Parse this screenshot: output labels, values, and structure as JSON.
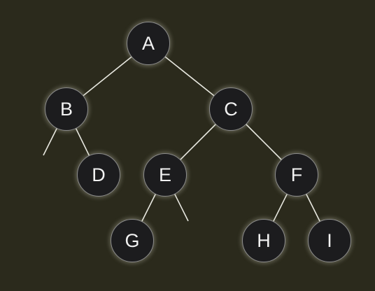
{
  "colors": {
    "background": "#2b2a1c",
    "node_fill": "#1c1c1e",
    "node_border": "#8c8c8c",
    "edge": "#e8e8e0",
    "label": "#f2f2f2"
  },
  "nodes": [
    {
      "id": "A",
      "label": "A"
    },
    {
      "id": "B",
      "label": "B"
    },
    {
      "id": "C",
      "label": "C"
    },
    {
      "id": "D",
      "label": "D"
    },
    {
      "id": "E",
      "label": "E"
    },
    {
      "id": "F",
      "label": "F"
    },
    {
      "id": "G",
      "label": "G"
    },
    {
      "id": "H",
      "label": "H"
    },
    {
      "id": "I",
      "label": "I"
    }
  ],
  "edges": [
    {
      "from": "A",
      "to": "B"
    },
    {
      "from": "A",
      "to": "C"
    },
    {
      "from": "B",
      "to": null,
      "side": "left"
    },
    {
      "from": "B",
      "to": "D"
    },
    {
      "from": "C",
      "to": "E"
    },
    {
      "from": "C",
      "to": "F"
    },
    {
      "from": "E",
      "to": "G"
    },
    {
      "from": "E",
      "to": null,
      "side": "right"
    },
    {
      "from": "F",
      "to": "H"
    },
    {
      "from": "F",
      "to": "I"
    }
  ]
}
